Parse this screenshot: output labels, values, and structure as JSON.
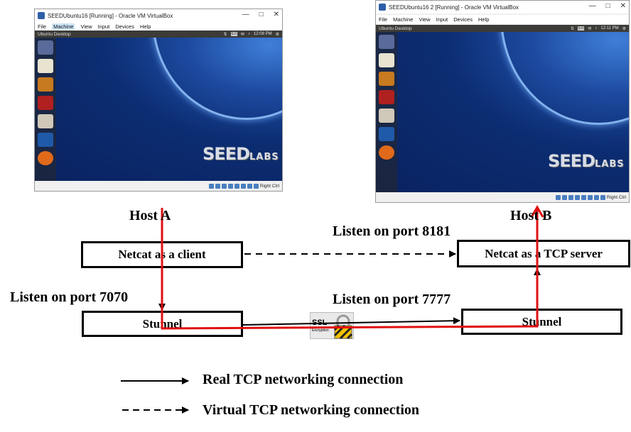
{
  "vm_a": {
    "title": "SEEDUbuntu16 [Running] - Oracle VM VirtualBox",
    "menu": [
      "File",
      "Machine",
      "View",
      "Input",
      "Devices",
      "Help"
    ],
    "desktop_title": "Ubuntu Desktop",
    "lang": "En",
    "clock": "12:08 PM",
    "logo_main": "SEED",
    "logo_small": "LABS",
    "host_key": "Right Ctrl"
  },
  "vm_b": {
    "title": "SEEDUbuntu16 2 [Running] - Oracle VM VirtualBox",
    "menu": [
      "File",
      "Machine",
      "View",
      "Input",
      "Devices",
      "Help"
    ],
    "desktop_title": "Ubuntu Desktop",
    "lang": "En",
    "clock": "12:11 PM",
    "logo_main": "SEED",
    "logo_small": "LABS",
    "host_key": "Right Ctrl"
  },
  "diagram": {
    "host_a": "Host A",
    "host_b": "Host B",
    "listen_8181": "Listen on port 8181",
    "listen_7070": "Listen on port 7070",
    "listen_7777": "Listen on port 7777",
    "netcat_client": "Netcat as a client",
    "netcat_server": "Netcat as a TCP server",
    "stunnel_a": "Stunnel",
    "stunnel_b": "Stunnel",
    "ssl_label": "SSL",
    "ssl_sub": "Encryption",
    "legend_real": "Real TCP networking connection",
    "legend_virtual": "Virtual TCP networking connection"
  },
  "colors": {
    "route": "#e01010",
    "arrow": "#000000",
    "desktop": "#0c2d72"
  }
}
